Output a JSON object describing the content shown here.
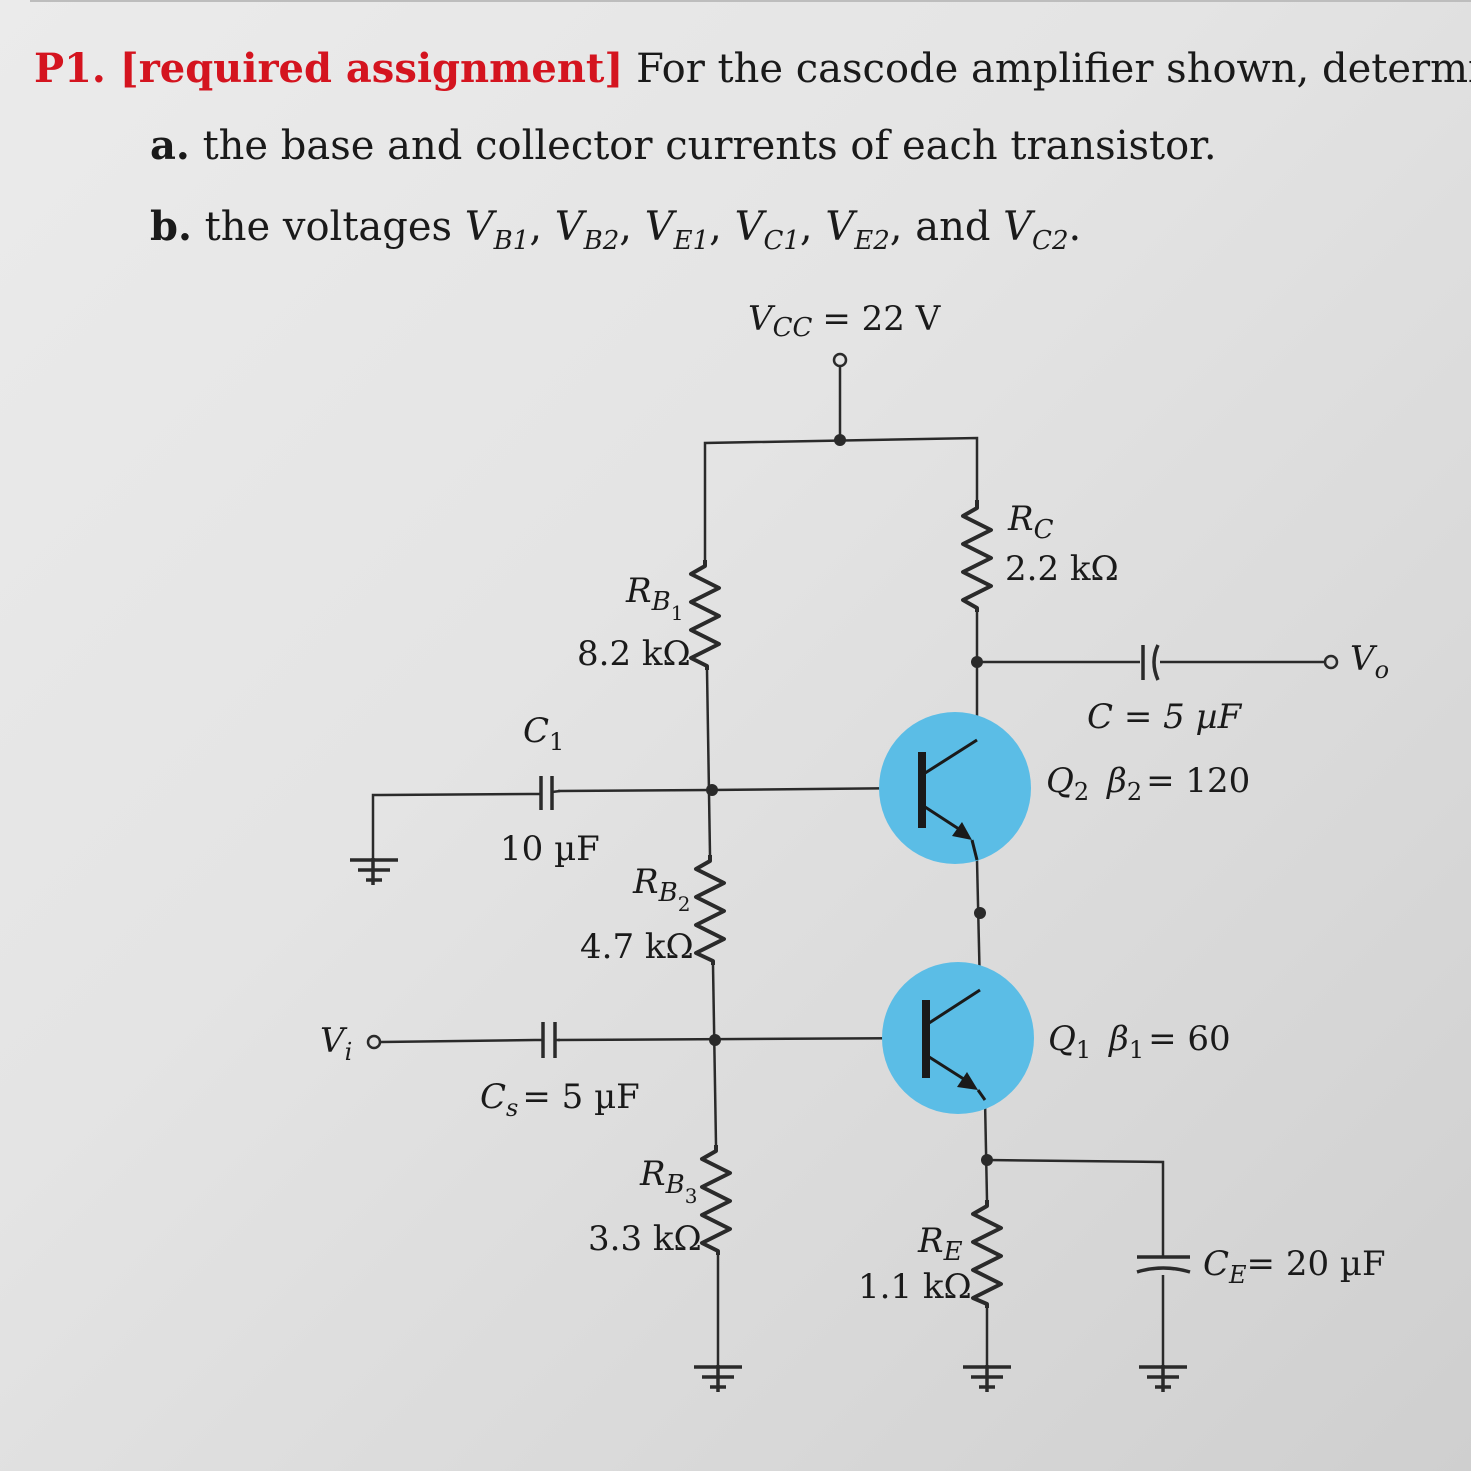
{
  "problem": {
    "tag": "P1. [required assignment]",
    "intro": "For the cascode amplifier shown, determine:",
    "part_a_letter": "a.",
    "part_a_text": "the base and collector currents of each transistor.",
    "part_b_letter": "b.",
    "part_b_text": "the voltages",
    "part_b_vars": [
      "B1",
      "B2",
      "E1",
      "C1",
      "E2"
    ],
    "part_b_and": "and",
    "part_b_last": "C2"
  },
  "circuit": {
    "vcc": {
      "symbol": "V",
      "sub": "CC",
      "value": "= 22 V"
    },
    "rc": {
      "symbol": "R",
      "sub": "C",
      "value": "2.2 kΩ"
    },
    "rb1": {
      "symbol": "R",
      "sub": "B",
      "subsub": "1",
      "value": "8.2 kΩ"
    },
    "rb2": {
      "symbol": "R",
      "sub": "B",
      "subsub": "2",
      "value": "4.7 kΩ"
    },
    "rb3": {
      "symbol": "R",
      "sub": "B",
      "subsub": "3",
      "value": "3.3 kΩ"
    },
    "re": {
      "symbol": "R",
      "sub": "E",
      "value": "1.1 kΩ"
    },
    "c1": {
      "symbol": "C",
      "sub": "1",
      "value": "10 µF"
    },
    "cs": {
      "symbol": "C",
      "sub": "s",
      "value": "= 5 µF"
    },
    "cout": {
      "label": "C = 5 µF"
    },
    "ce": {
      "symbol": "C",
      "sub": "E",
      "value": "= 20 µF"
    },
    "q2": {
      "name": "Q",
      "sub": "2",
      "beta_sym": "β",
      "beta_sub": "2",
      "beta_val": "= 120"
    },
    "q1": {
      "name": "Q",
      "sub": "1",
      "beta_sym": "β",
      "beta_sub": "1",
      "beta_val": "= 60"
    },
    "vi": {
      "symbol": "V",
      "sub": "i"
    },
    "vo": {
      "symbol": "V",
      "sub": "o"
    },
    "highlight_color": "#5bbde6",
    "wire_color": "#2a2a2a"
  }
}
